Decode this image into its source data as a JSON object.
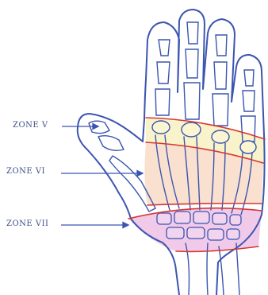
{
  "diagram": {
    "zones": [
      {
        "id": "zone-v",
        "label": "ZONE V"
      },
      {
        "id": "zone-vi",
        "label": "ZONE VI"
      },
      {
        "id": "zone-vii",
        "label": "ZONE VII"
      }
    ],
    "colors": {
      "outline": "#3b55b0",
      "zone_boundary": "#d9362f",
      "zone_v_fill": "#f6efb8",
      "zone_vi_fill": "#f6cfb5",
      "zone_vii_fill": "#e7a6dc",
      "label_text": "#3e4f86"
    }
  }
}
